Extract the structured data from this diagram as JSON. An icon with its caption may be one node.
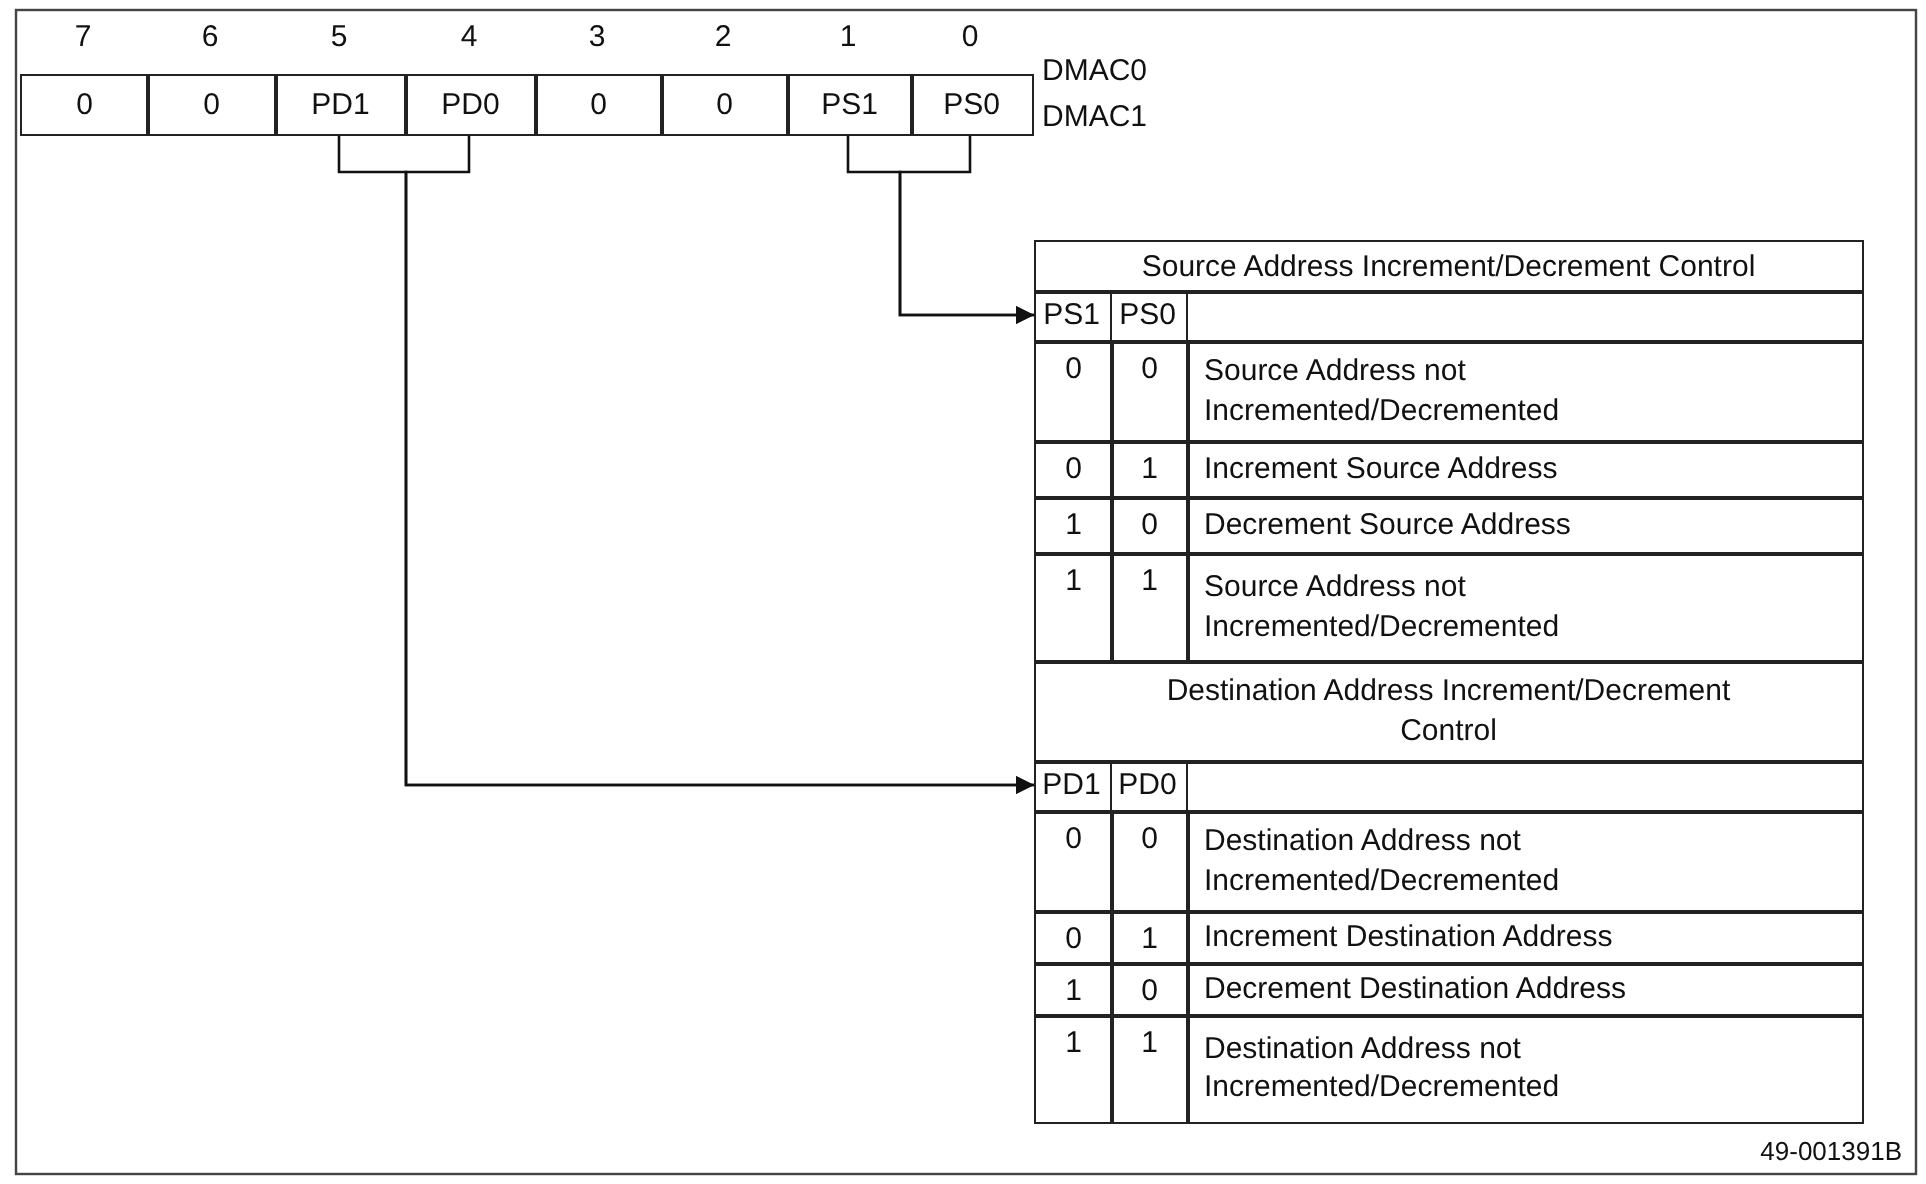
{
  "diagram": {
    "nodes": [
      {
        "text": [
          "0"
        ]
      },
      {
        "text": [
          "0"
        ]
      },
      {
        "text": [
          "PD1"
        ]
      },
      {
        "text": [
          "PD0"
        ]
      },
      {
        "text": [
          "0"
        ]
      },
      {
        "text": [
          "0"
        ]
      },
      {
        "text": [
          "PS1"
        ]
      },
      {
        "text": [
          "PS0"
        ]
      },
      {
        "text": [
          "PS1",
          "PS0"
        ]
      },
      {
        "text": [
          "PD1",
          "PD0"
        ]
      },
      {
        "text": [
          "Source Address Increment/Decrement Control"
        ]
      },
      {
        "text": [
          "Destination Address Increment/Decrement Control"
        ]
      }
    ],
    "edges": [
      {
        "from": 6,
        "to": 8,
        "arrow": "to"
      },
      {
        "from": 7,
        "to": 8,
        "arrow": "to"
      },
      {
        "from": 2,
        "to": 9,
        "arrow": "to"
      },
      {
        "from": 3,
        "to": 9,
        "arrow": "to"
      }
    ],
    "labels": [
      "7",
      "6",
      "5",
      "4",
      "3",
      "2",
      "1",
      "0",
      "DMAC0",
      "DMAC1",
      "0",
      "0",
      "Source Address not Incremented/Decremented",
      "0",
      "1",
      "Increment Source Address",
      "1",
      "0",
      "Decrement Source Address",
      "1",
      "1",
      "Source Address not Incremented/Decremented",
      "0",
      "0",
      "Destination Address not Incremented/Decremented",
      "0",
      "1",
      "Increment Destination Address",
      "1",
      "0",
      "Decrement Destination Address",
      "1",
      "1",
      "Destination Address not Incremented/Decremented",
      "49-001391B"
    ]
  }
}
